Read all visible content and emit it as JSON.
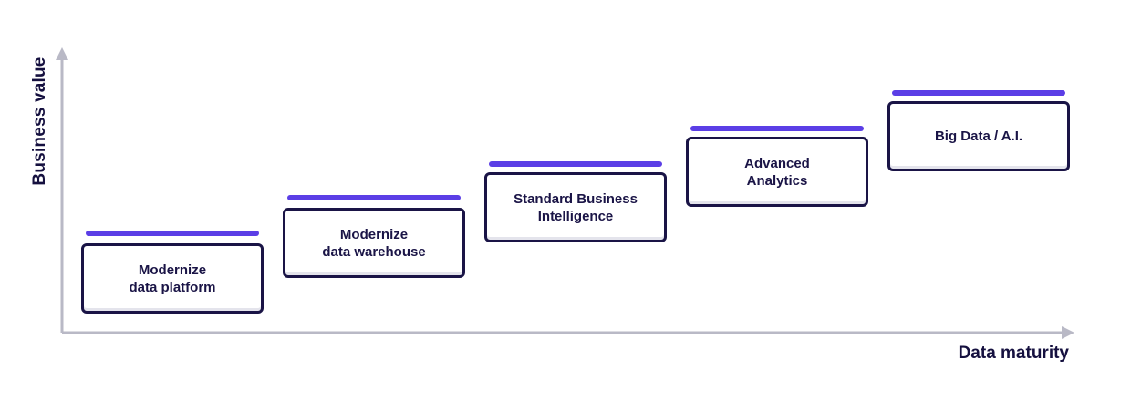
{
  "axes": {
    "y_label": "Business value",
    "x_label": "Data maturity"
  },
  "colors": {
    "accent_bar": "#5b3ee6",
    "box_border": "#1a1446",
    "text": "#15103f",
    "axis": "#b9b9c6"
  },
  "steps": [
    {
      "label": "Modernize\ndata platform"
    },
    {
      "label": "Modernize\ndata warehouse"
    },
    {
      "label": "Standard Business\nIntelligence"
    },
    {
      "label": "Advanced\nAnalytics"
    },
    {
      "label": "Big Data / A.I."
    }
  ]
}
